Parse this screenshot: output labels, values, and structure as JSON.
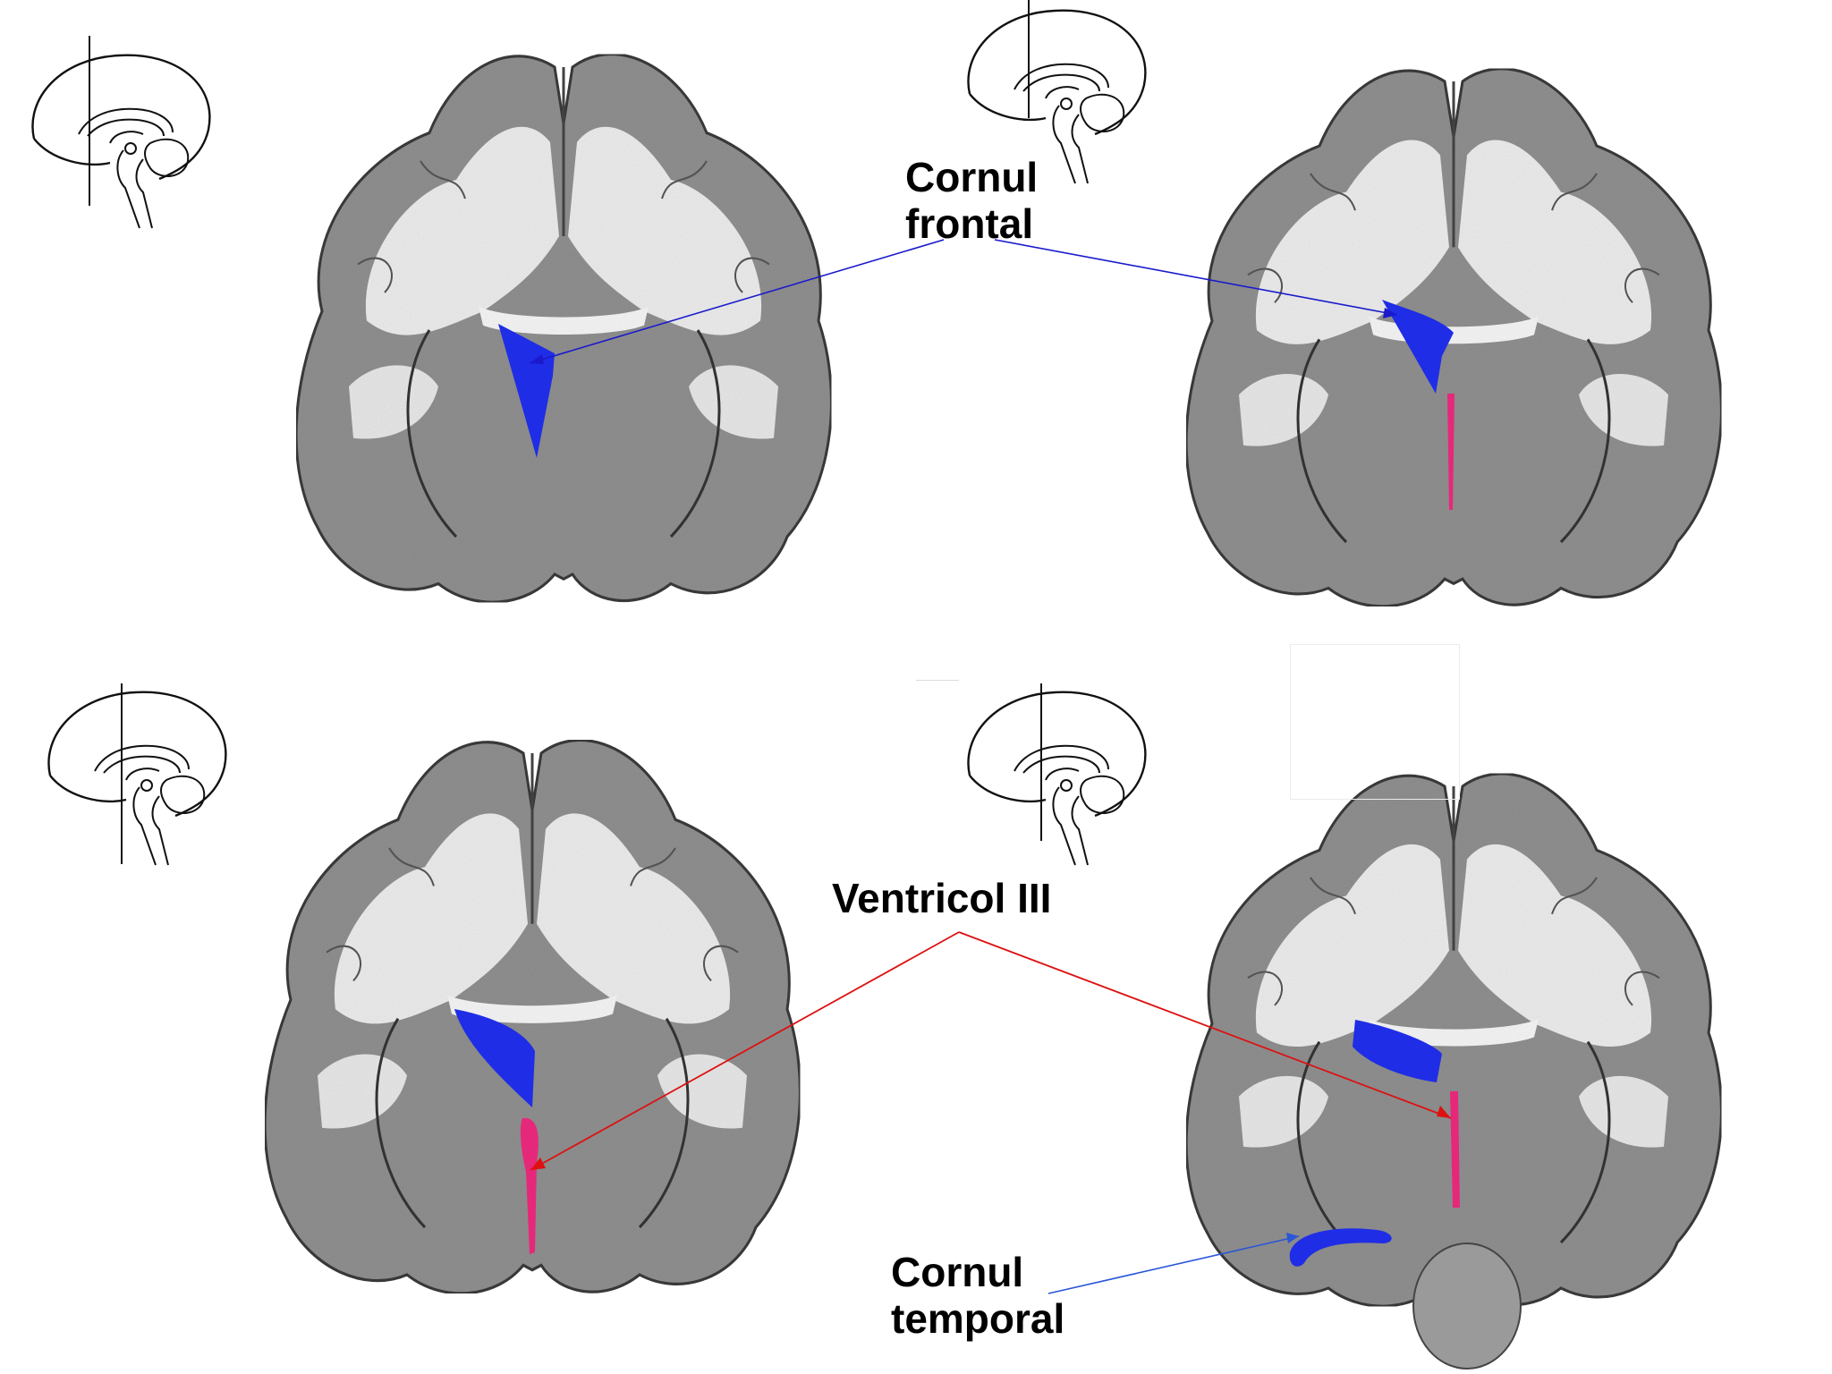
{
  "labels": {
    "frontal_horn": [
      "Cornul",
      "frontal"
    ],
    "third_ventricle": [
      "Ventricol III"
    ],
    "temporal_horn": [
      "Cornul",
      "temporal"
    ]
  },
  "colors": {
    "lateral_ventricle": "#1f2de6",
    "third_ventricle": "#e6287a",
    "frontal_arrow": "#1a1acc",
    "ventricle3_arrow": "#dd1111",
    "temporal_arrow": "#2a56d8",
    "brain_gray": "#8c8c8c",
    "white_matter": "#ececec"
  },
  "icons": {
    "orientation": "sagittal-brain-outline-icon",
    "section": "coronal-brain-section"
  }
}
